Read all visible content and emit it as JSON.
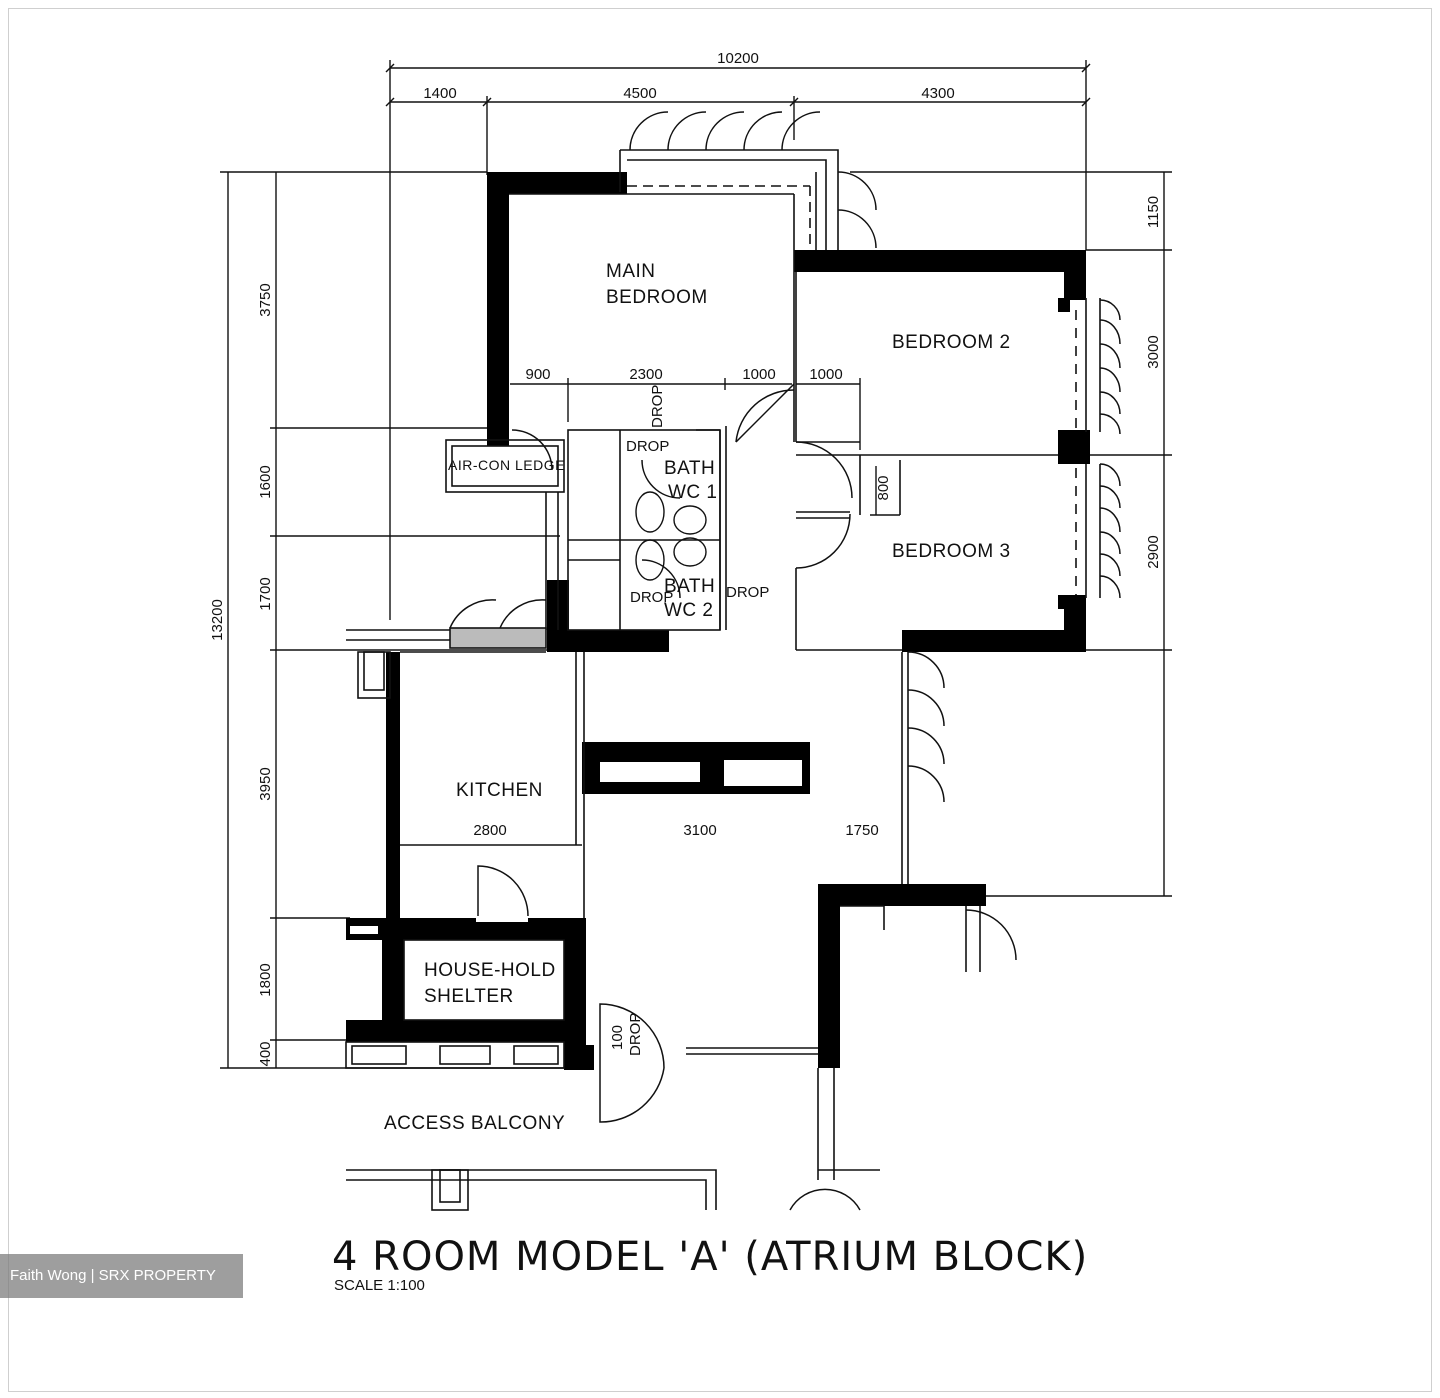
{
  "dimensions": {
    "top_total": "10200",
    "top_segments": [
      "1400",
      "4500",
      "4300"
    ],
    "left_total": "13200",
    "left_segments": [
      "3750",
      "1600",
      "1700",
      "3950",
      "1800",
      "400"
    ],
    "right_segments": [
      "1150",
      "3000",
      "2900"
    ],
    "inner_main_bedroom": [
      "900",
      "2300",
      "1000"
    ],
    "inner_bedroom2": "1000",
    "inner_bedroom3": "800",
    "kitchen_row": [
      "2800",
      "3100",
      "1750"
    ],
    "household": "100"
  },
  "rooms": {
    "main_bedroom_line1": "MAIN",
    "main_bedroom_line2": "BEDROOM",
    "bedroom2": "BEDROOM 2",
    "bedroom3": "BEDROOM 3",
    "aircon_ledge": "AIR-CON LEDGE",
    "bath1_line1": "BATH",
    "bath1_line2": "WC 1",
    "bath2_line1": "BATH",
    "bath2_line2": "WC 2",
    "kitchen": "KITCHEN",
    "shelter_line1": "HOUSE-HOLD",
    "shelter_line2": "SHELTER",
    "access_balcony": "ACCESS BALCONY"
  },
  "drops": [
    "DROP",
    "DROP",
    "DROP",
    "DROP",
    "DROP"
  ],
  "title": "4 ROOM MODEL 'A' (ATRIUM BLOCK)",
  "scale": "SCALE  1:100",
  "watermark": "Faith Wong | SRX PROPERTY",
  "colors": {
    "ink": "#111111",
    "wall": "#000000",
    "background": "#ffffff"
  }
}
